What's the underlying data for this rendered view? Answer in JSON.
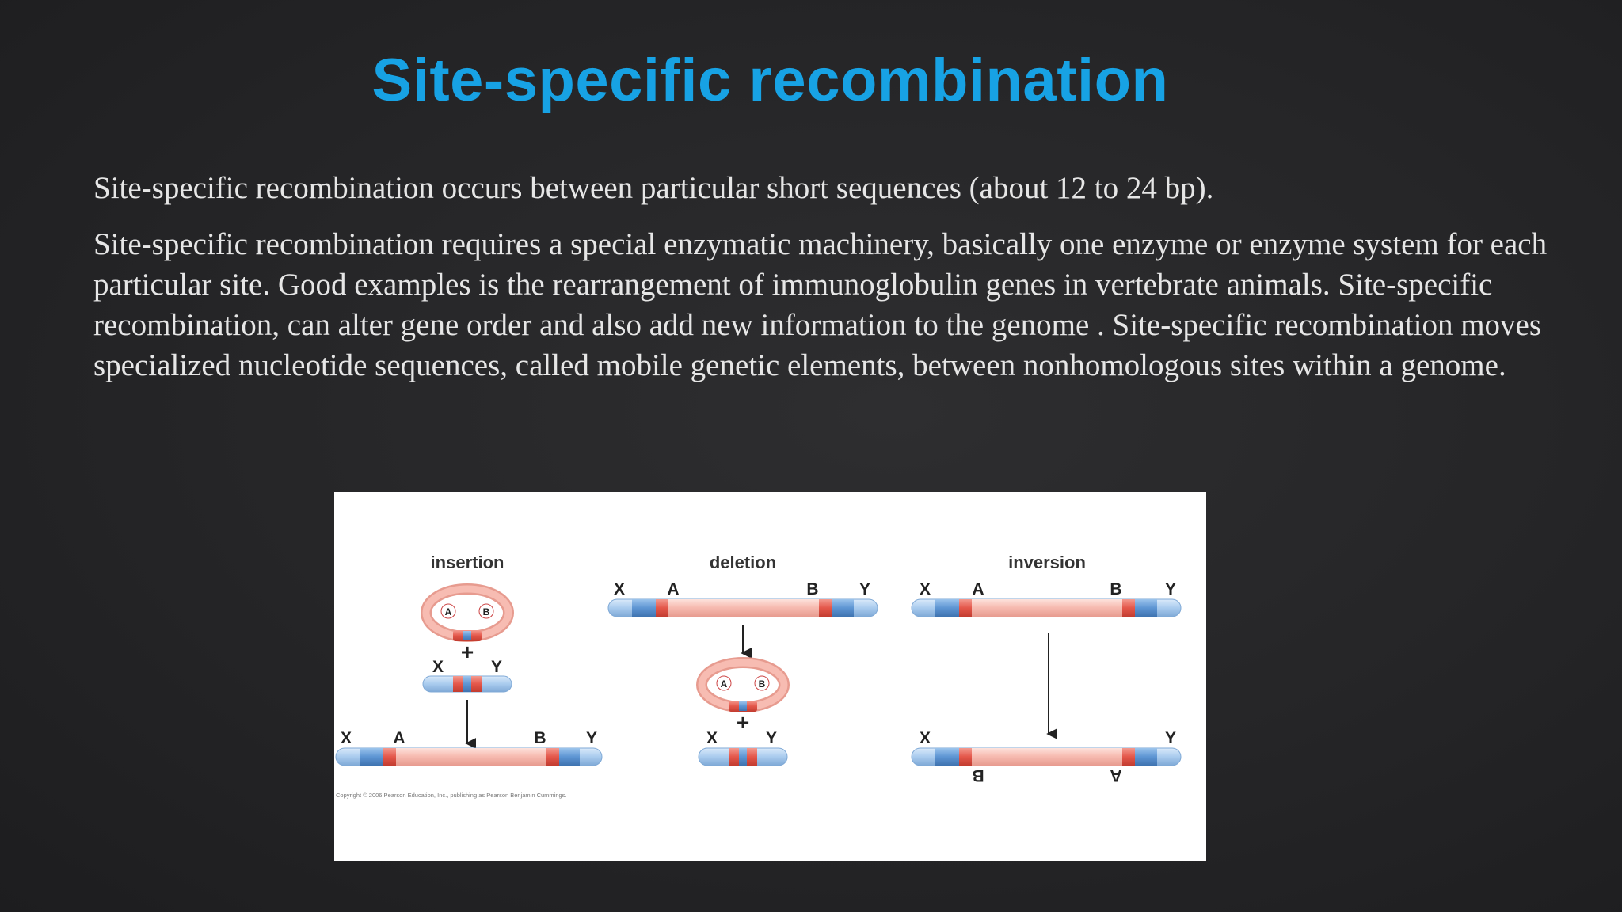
{
  "slide": {
    "title": "Site-specific recombination",
    "paragraphs": [
      "Site-specific recombination occurs between particular short sequences (about 12 to 24 bp).",
      "Site-specific recombination requires a special enzymatic machinery, basically one enzyme or enzyme system for each particular site. Good examples is the rearrangement of immunoglobulin genes in vertebrate animals.  Site-specific recombination, can alter gene order and also add new information to the genome . Site-specific recombination moves specialized nucleotide sequences, called mobile genetic elements, between nonhomologous sites within a genome."
    ]
  },
  "figure": {
    "panels": {
      "insertion": {
        "label": "insertion",
        "plus": "+",
        "circle_labels": {
          "a": "A",
          "b": "B"
        },
        "bar_labels": {
          "x": "X",
          "y": "Y"
        },
        "result_labels": {
          "x": "X",
          "a": "A",
          "b": "B",
          "y": "Y"
        }
      },
      "deletion": {
        "label": "deletion",
        "plus": "+",
        "top_labels": {
          "x": "X",
          "a": "A",
          "b": "B",
          "y": "Y"
        },
        "circle_labels": {
          "a": "A",
          "b": "B"
        },
        "bar_labels": {
          "x": "X",
          "y": "Y"
        }
      },
      "inversion": {
        "label": "inversion",
        "top_labels": {
          "x": "X",
          "a": "A",
          "b": "B",
          "y": "Y"
        },
        "result_labels": {
          "x": "X",
          "y": "Y",
          "b_inverted": "B",
          "a_inverted": "A"
        }
      }
    },
    "copyright": "Copyright © 2006 Pearson Education, Inc., publishing as Pearson Benjamin Cummings.",
    "colors": {
      "segment_pink": "#f7bcb2",
      "segment_red": "#e4574a",
      "segment_blue": "#6aa3dc",
      "end_blue": "#b9d6f2"
    }
  }
}
